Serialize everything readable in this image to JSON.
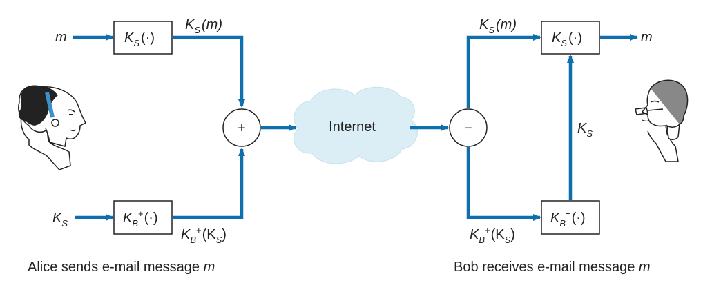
{
  "sender": {
    "input_message": "m",
    "input_key": "K",
    "input_key_sub": "S",
    "sym_box": {
      "main": "K",
      "sub": "S",
      "sup": "",
      "arg": "(·)"
    },
    "pub_box": {
      "main": "K",
      "sub": "B",
      "sup": "+",
      "arg": "(·)"
    },
    "sym_output": {
      "main": "K",
      "sub": "S",
      "sup": "",
      "arg": "(m)"
    },
    "pub_output": {
      "main": "K",
      "sub": "B",
      "sup": "+",
      "arg": "(K",
      "arg_sub": "S",
      "arg_end": ")"
    },
    "combine_op": "+",
    "caption": "Alice sends e-mail message",
    "caption_var": "m"
  },
  "network": {
    "label": "Internet"
  },
  "receiver": {
    "split_op": "−",
    "sym_input": {
      "main": "K",
      "sub": "S",
      "sup": "",
      "arg": "(m)"
    },
    "pub_input": {
      "main": "K",
      "sub": "B",
      "sup": "+",
      "arg": "(K",
      "arg_sub": "S",
      "arg_end": ")"
    },
    "sym_box": {
      "main": "K",
      "sub": "S",
      "sup": "",
      "arg": "(·)"
    },
    "priv_box": {
      "main": "K",
      "sub": "B",
      "sup": "−",
      "arg": "(·)"
    },
    "recovered_key": "K",
    "recovered_key_sub": "S",
    "output_message": "m",
    "caption": "Bob receives e-mail message",
    "caption_var": "m"
  },
  "colors": {
    "arrow": "#0f6fad",
    "cloud_fill": "#dbeef6",
    "box_stroke": "#222222"
  }
}
